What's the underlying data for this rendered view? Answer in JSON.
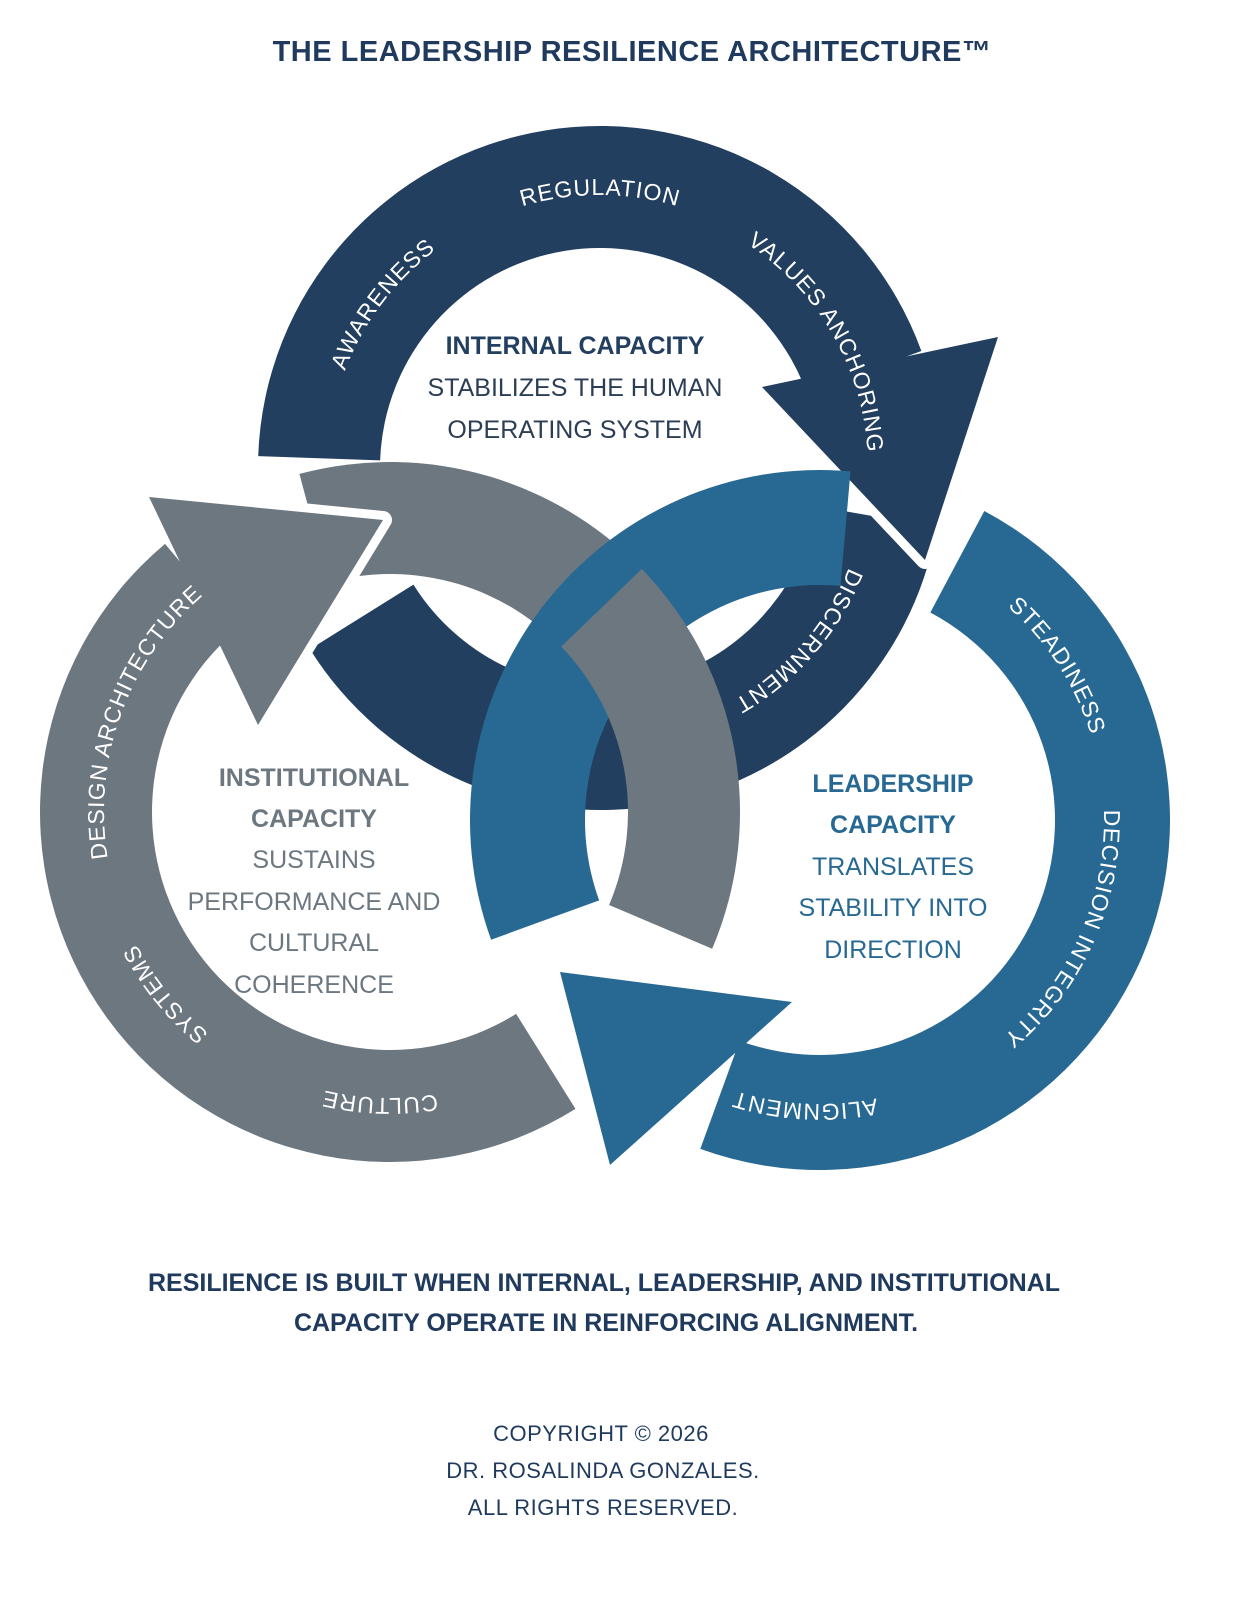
{
  "title": "THE LEADERSHIP RESILIENCE ARCHITECTURE™",
  "internal": {
    "color": "#223f5f",
    "heading": "INTERNAL CAPACITY",
    "lines": [
      "STABILIZES THE HUMAN",
      "OPERATING SYSTEM"
    ],
    "words": [
      "AWARENESS",
      "REGULATION",
      "VALUES ANCHORING",
      "DISCERNMENT"
    ]
  },
  "institutional": {
    "color": "#6d7780",
    "heading_lines": [
      "INSTITUTIONAL",
      "CAPACITY"
    ],
    "lines": [
      "SUSTAINS",
      "PERFORMANCE AND",
      "CULTURAL",
      "COHERENCE"
    ],
    "words": [
      "DESIGN ARCHITECTURE",
      "SYSTEMS",
      "CULTURE"
    ]
  },
  "leadership": {
    "color": "#286994",
    "heading_lines": [
      "LEADERSHIP",
      "CAPACITY"
    ],
    "lines": [
      "TRANSLATES",
      "STABILITY INTO",
      "DIRECTION"
    ],
    "words": [
      "STEADINESS",
      "DECISION INTEGRITY",
      "ALIGNMENT"
    ]
  },
  "statement": [
    "RESILIENCE IS BUILT WHEN INTERNAL, LEADERSHIP, AND INSTITUTIONAL",
    "CAPACITY OPERATE IN REINFORCING ALIGNMENT."
  ],
  "copyright": [
    "COPYRIGHT © 2026",
    "DR. ROSALINDA GONZALES.",
    "ALL RIGHTS RESERVED."
  ]
}
